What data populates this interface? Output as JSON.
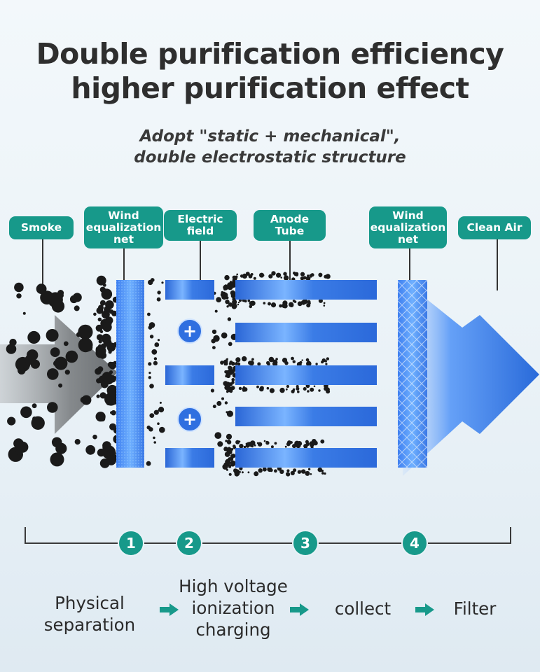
{
  "title": {
    "line1": "Double purification efficiency",
    "line2": "higher purification effect"
  },
  "subtitle": {
    "line1": "Adopt \"static + mechanical\",",
    "line2": "double electrostatic structure"
  },
  "labels": {
    "smoke": "Smoke",
    "wind_net_1": [
      "Wind",
      "equalization",
      "net"
    ],
    "electric_field": [
      "Electric",
      "field"
    ],
    "anode_tube": [
      "Anode",
      "Tube"
    ],
    "wind_net_2": [
      "Wind",
      "equalization",
      "net"
    ],
    "clean_air": "Clean Air"
  },
  "charge_symbol": "+",
  "steps": [
    {
      "number": "1",
      "text": [
        "Physical",
        "separation"
      ]
    },
    {
      "number": "2",
      "text": [
        "High voltage",
        "ionization",
        "charging"
      ]
    },
    {
      "number": "3",
      "text": [
        "collect"
      ]
    },
    {
      "number": "4",
      "text": [
        "Filter"
      ]
    }
  ],
  "colors": {
    "teal": "#17998a",
    "blue": "#2f72dc",
    "light_blue": "#62a6ff",
    "particle": "#1a1a1a",
    "background": "#eef5f9"
  },
  "icons": {
    "flow_arrow": "arrow-right-icon",
    "step_arrow": "arrow-right-icon"
  }
}
